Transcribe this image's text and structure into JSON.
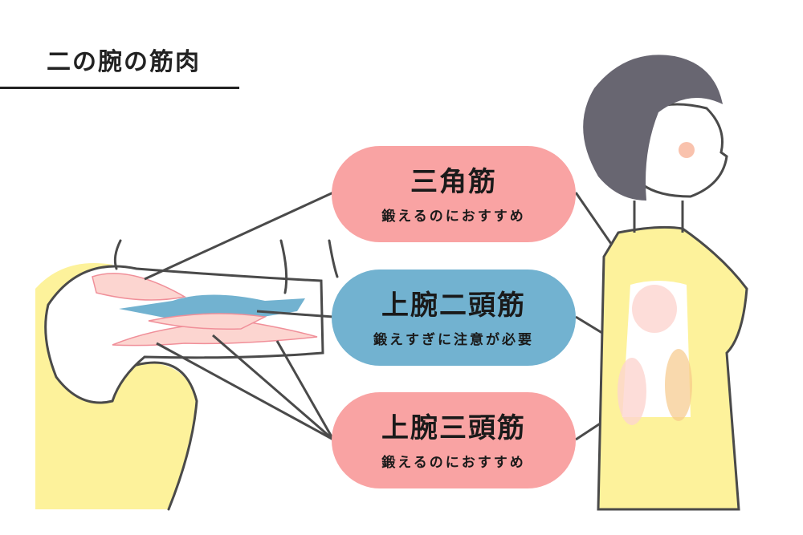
{
  "title": "二の腕の筋肉",
  "colors": {
    "recommend": "#f9a3a3",
    "caution": "#72b2d0",
    "skin": "#fdf29b",
    "hair": "#686671",
    "line": "#4a4a4a"
  },
  "labels": [
    {
      "name": "三角筋",
      "note": "鍛えるのにおすすめ"
    },
    {
      "name": "上腕二頭筋",
      "note": "鍛えすぎに注意が必要"
    },
    {
      "name": "上腕三頭筋",
      "note": "鍛えるのにおすすめ"
    }
  ]
}
